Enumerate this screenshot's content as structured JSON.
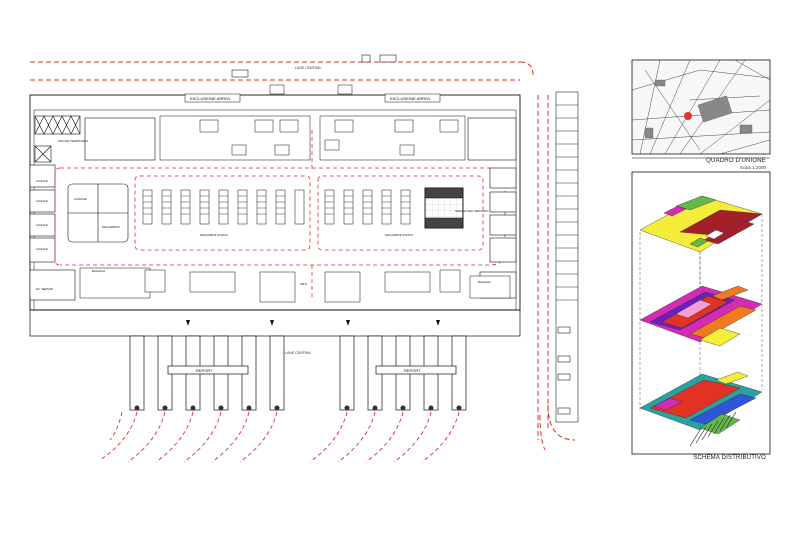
{
  "plan": {
    "labels": {
      "road_top": "LANE CENTRAL",
      "road_bottom": "LANE CENTRAL",
      "departures_left": "ESCLUSIONE ARRIVI",
      "departures_right": "ESCLUSIONE ARRIVI",
      "pier_left": "REPORT",
      "pier_right": "REPORT",
      "left_office": "OFFICE TERRITORIO",
      "left_lounge": "LOUNGE",
      "left_storage": "MAGAZZINO",
      "left_rooms": [
        "LOCALE",
        "LOCALE",
        "LOCALE",
        "LOCALE"
      ],
      "left_services": "Dir. SERVIZI",
      "bottom_left_hall": "BAGAGLI",
      "bottom_right_hall": "BAGAGLI",
      "check_in_left": "MAGAZZINI STATICI",
      "check_in_right": "MAGAZZINI STATICI",
      "right_office": "SERVIZI SEC SERVIZIO",
      "center_label": "INFO"
    }
  },
  "sidebar": {
    "map_title": "QUADRO D'UNIONE",
    "map_scale": "Scala 1:2000",
    "schema_title": "SCHEMA DISTRIBUTIVO"
  },
  "colors": {
    "line": "#1a1a1a",
    "red_dash": "#d9302a",
    "yellow": "#f4ee3a",
    "green": "#63b84a",
    "dark_red": "#a3202a",
    "magenta": "#d52bb3",
    "purple": "#6a1fc0",
    "orange": "#f07a1e",
    "red": "#e23224",
    "blue": "#2f55d8",
    "teal": "#2aa0a0"
  }
}
